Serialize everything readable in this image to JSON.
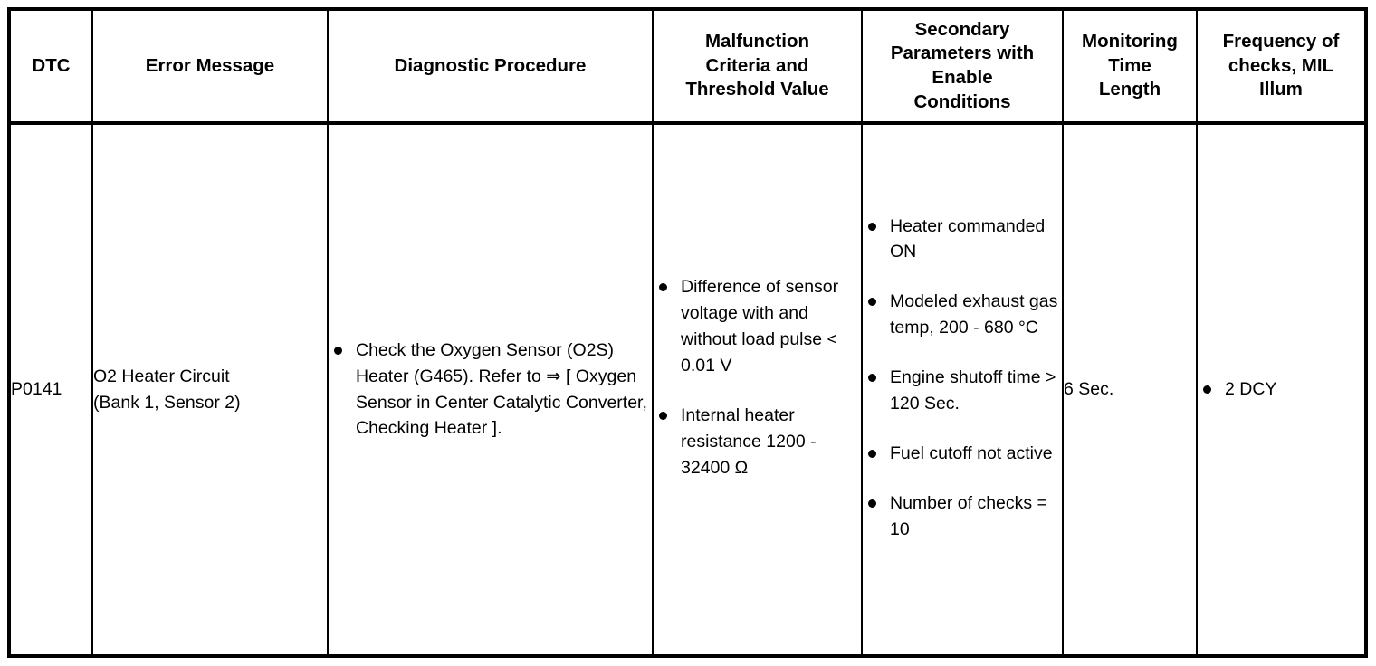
{
  "table": {
    "columns": [
      {
        "key": "dtc",
        "header": "DTC"
      },
      {
        "key": "error",
        "header": "Error Message"
      },
      {
        "key": "diagnostic",
        "header": "Diagnostic Procedure"
      },
      {
        "key": "malfunction",
        "header": "Malfunction\nCriteria and\nThreshold Value"
      },
      {
        "key": "secondary",
        "header": "Secondary\nParameters with\nEnable\nConditions"
      },
      {
        "key": "monitoring",
        "header": "Monitoring\nTime\nLength"
      },
      {
        "key": "frequency",
        "header": "Frequency of\nchecks, MIL\nIllum"
      }
    ],
    "headers": {
      "dtc": "DTC",
      "error_message": "Error Message",
      "diagnostic_procedure": "Diagnostic Procedure",
      "malfunction_criteria": "Malfunction Criteria and Threshold Value",
      "malfunction_criteria_line1": "Malfunction",
      "malfunction_criteria_line2": "Criteria and",
      "malfunction_criteria_line3": "Threshold Value",
      "secondary_parameters": "Secondary Parameters with Enable Conditions",
      "secondary_parameters_line1": "Secondary",
      "secondary_parameters_line2": "Parameters with",
      "secondary_parameters_line3": "Enable",
      "secondary_parameters_line4": "Conditions",
      "monitoring_time": "Monitoring Time Length",
      "monitoring_time_line1": "Monitoring",
      "monitoring_time_line2": "Time",
      "monitoring_time_line3": "Length",
      "frequency": "Frequency of checks, MIL Illum",
      "frequency_line1": "Frequency of",
      "frequency_line2": "checks, MIL",
      "frequency_line3": "Illum"
    },
    "rows": [
      {
        "dtc": "P0141",
        "error_message": "O2 Heater Circuit (Bank 1, Sensor 2)",
        "error_message_line1": "O2 Heater Circuit",
        "error_message_line2": "(Bank 1, Sensor 2)",
        "diagnostic_procedure_bullets": [
          "Check the Oxygen Sensor (O2S) Heater (G465). Refer to ⇒ [ Oxygen Sensor in Center Catalytic Converter, Checking Heater ]."
        ],
        "malfunction_criteria_bullets": [
          "Difference of sensor voltage with and without load pulse < 0.01 V",
          "Internal heater resistance 1200 - 32400 Ω"
        ],
        "secondary_parameters_bullets": [
          "Heater commanded ON",
          "Modeled exhaust gas temp, 200 - 680 °C",
          "Engine shutoff time > 120 Sec.",
          "Fuel cutoff not active",
          "Number of checks = 10"
        ],
        "monitoring_time": "6 Sec.",
        "frequency_bullets": [
          "2 DCY"
        ]
      }
    ]
  }
}
